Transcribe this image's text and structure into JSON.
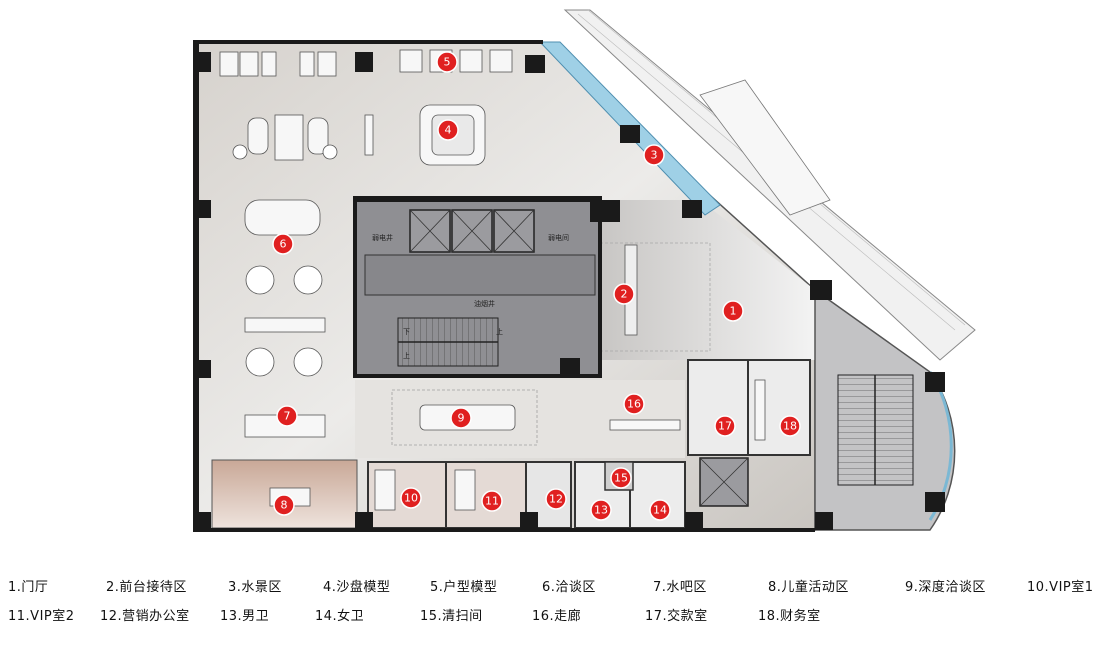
{
  "plan_labels": {
    "weak_shaft": "弱电井",
    "weak_room": "弱电间",
    "oil_shaft": "油烟井",
    "stair_down": "下",
    "stair_up": "上"
  },
  "markers": [
    {
      "num": "1",
      "name": "门厅"
    },
    {
      "num": "2",
      "name": "前台接待区"
    },
    {
      "num": "3",
      "name": "水景区"
    },
    {
      "num": "4",
      "name": "沙盘模型"
    },
    {
      "num": "5",
      "name": "户型模型"
    },
    {
      "num": "6",
      "name": "洽谈区"
    },
    {
      "num": "7",
      "name": "水吧区"
    },
    {
      "num": "8",
      "name": "儿童活动区"
    },
    {
      "num": "9",
      "name": "深度洽谈区"
    },
    {
      "num": "10",
      "name": "VIP室1"
    },
    {
      "num": "11",
      "name": "VIP室2"
    },
    {
      "num": "12",
      "name": "营销办公室"
    },
    {
      "num": "13",
      "name": "男卫"
    },
    {
      "num": "14",
      "name": "女卫"
    },
    {
      "num": "15",
      "name": "清扫间"
    },
    {
      "num": "16",
      "name": "走廊"
    },
    {
      "num": "17",
      "name": "交款室"
    },
    {
      "num": "18",
      "name": "财务室"
    }
  ],
  "legend": {
    "row1": [
      "1.门厅",
      "2.前台接待区",
      "3.水景区",
      "4.沙盘模型",
      "5.户型模型",
      "6.洽谈区",
      "7.水吧区",
      "8.儿童活动区",
      "9.深度洽谈区",
      "10.VIP室1"
    ],
    "row2": [
      "11.VIP室2",
      "12.营销办公室",
      "13.男卫",
      "14.女卫",
      "15.清扫间",
      "16.走廊",
      "17.交款室",
      "18.财务室"
    ]
  },
  "colors": {
    "marker_fill": "#e02020",
    "wall": "#1a1a1a",
    "floor_light": "#e9e6e2",
    "floor_mid": "#cfcbc6",
    "core": "#8f8f93",
    "water": "#9fd0e6",
    "kids": "#d9c4b8"
  }
}
